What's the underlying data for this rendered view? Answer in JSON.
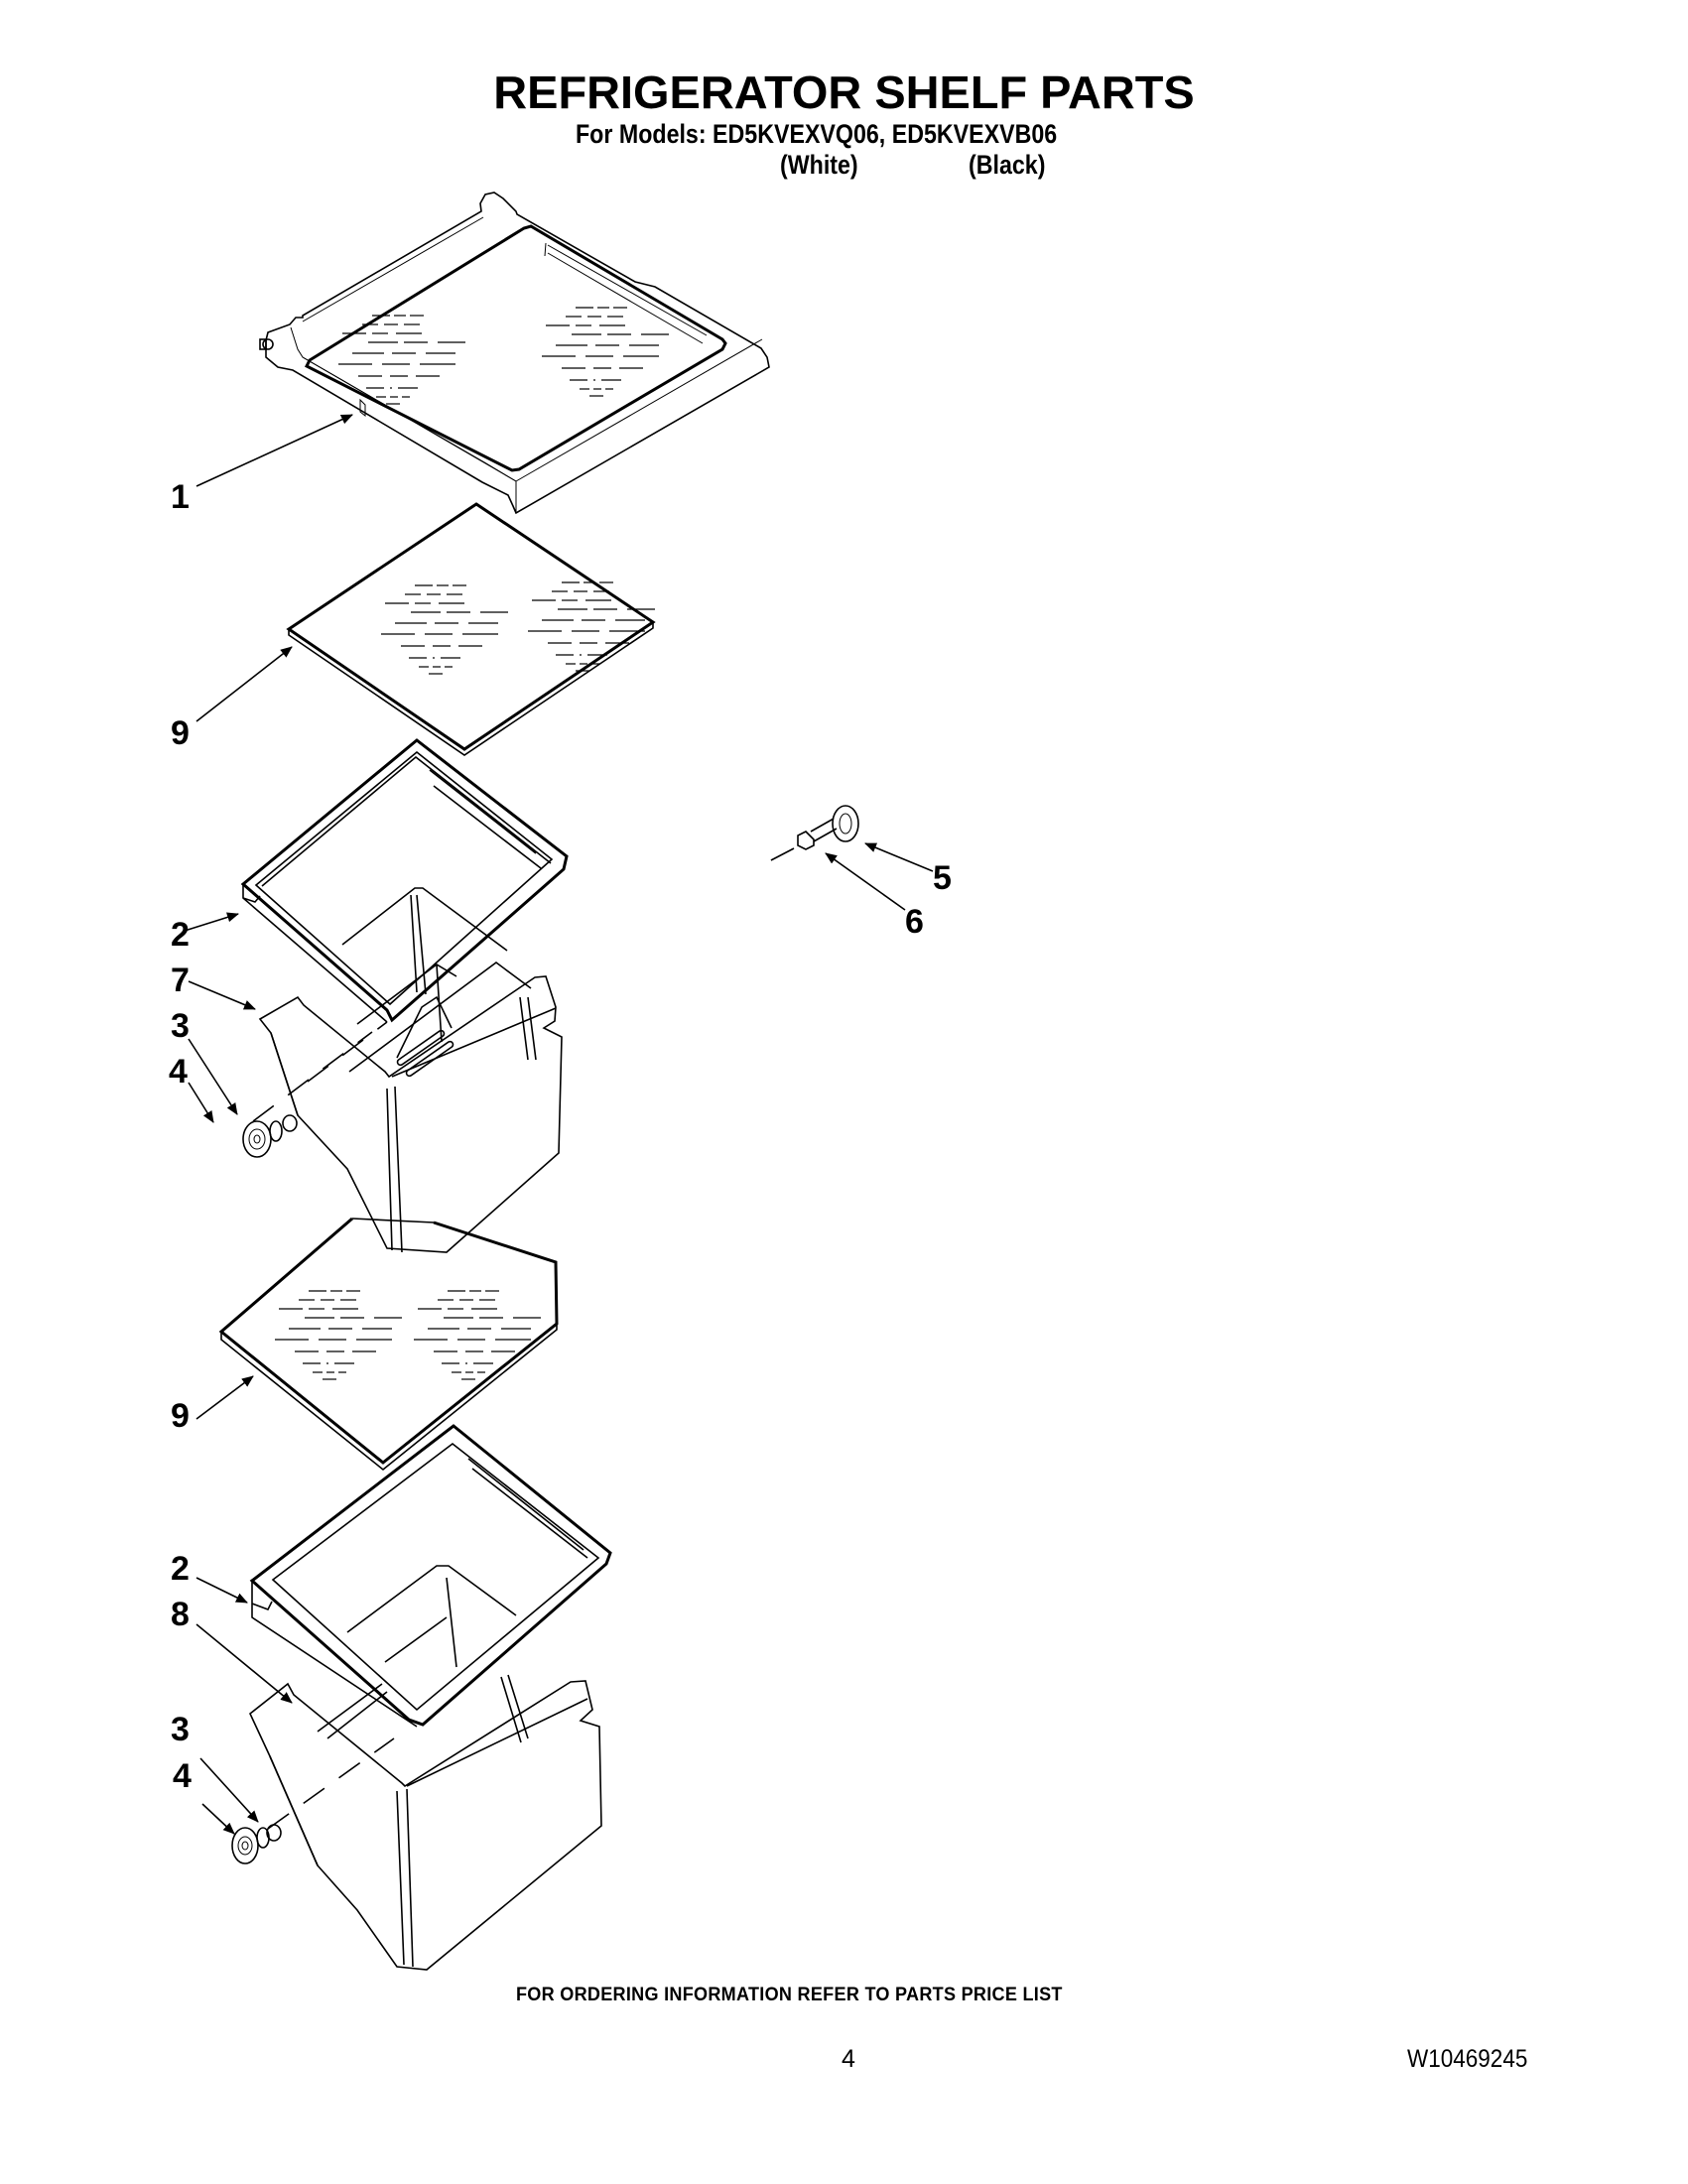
{
  "header": {
    "title": "REFRIGERATOR SHELF PARTS",
    "models_line": "For Models: ED5KVEXVQ06, ED5KVEXVB06",
    "variants": [
      {
        "label": "(White)"
      },
      {
        "label": "(Black)"
      }
    ]
  },
  "diagram": {
    "type": "exploded-parts-view",
    "callouts": [
      {
        "number": "1",
        "part": "shelf-frame"
      },
      {
        "number": "9",
        "part": "glass-panel-upper"
      },
      {
        "number": "5",
        "part": "wheel"
      },
      {
        "number": "6",
        "part": "screw"
      },
      {
        "number": "2",
        "part": "crisper-cover-frame-upper"
      },
      {
        "number": "7",
        "part": "crisper-drawer-upper"
      },
      {
        "number": "3",
        "part": "screw-upper-left"
      },
      {
        "number": "4",
        "part": "wheel-upper-left"
      },
      {
        "number": "9",
        "part": "glass-panel-lower"
      },
      {
        "number": "2",
        "part": "crisper-cover-frame-lower"
      },
      {
        "number": "8",
        "part": "crisper-drawer-lower"
      },
      {
        "number": "3",
        "part": "screw-lower-left"
      },
      {
        "number": "4",
        "part": "wheel-lower-left"
      }
    ]
  },
  "footer": {
    "ordering_note": "FOR ORDERING INFORMATION REFER TO PARTS PRICE LIST",
    "page_number": "4",
    "document_number": "W10469245"
  }
}
